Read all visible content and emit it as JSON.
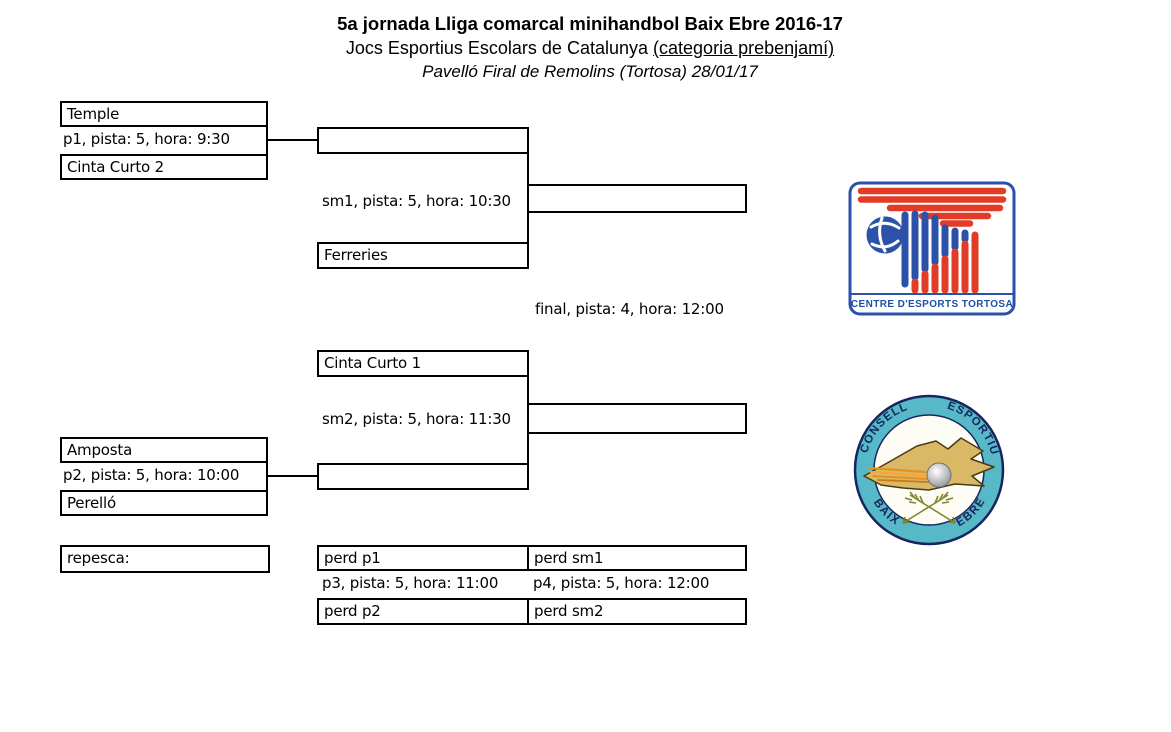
{
  "header": {
    "title": "5a jornada Lliga comarcal minihandbol Baix Ebre 2016-17",
    "subtitle": "Jocs Esportius Escolars de Catalunya",
    "subtitle_category": "(categoria prebenjamí)",
    "venue": "Pavelló Firal de Remolins (Tortosa) 28/01/17"
  },
  "bracket": {
    "p1": {
      "team1": "Temple",
      "label": "p1, pista: 5, hora: 9:30",
      "team2": "Cinta Curto 2",
      "winner": ""
    },
    "sm1": {
      "label": "sm1, pista: 5, hora: 10:30",
      "opponent": "Ferreries",
      "winner": ""
    },
    "final": {
      "label": "final, pista: 4, hora: 12:00",
      "winner": ""
    },
    "sm2": {
      "team1": "Cinta Curto 1",
      "label": "sm2, pista: 5, hora: 11:30",
      "winner": ""
    },
    "p2": {
      "team1": "Amposta",
      "label": "p2, pista: 5, hora: 10:00",
      "team2": "Perelló",
      "winner": ""
    },
    "repesca_label": "repesca:",
    "p3": {
      "team1": "perd p1",
      "label": "p3, pista: 5, hora: 11:00",
      "team2": "perd p2"
    },
    "p4": {
      "team1": "perd sm1",
      "label": "p4, pista: 5, hora: 12:00",
      "team2": "perd sm2"
    }
  },
  "logos": {
    "tortosa": {
      "caption": "CENTRE D'ESPORTS TORTOSA",
      "border_color": "#2b52a8",
      "red": "#e23c26",
      "blue": "#2b52a8",
      "text_color": "#1e50a5"
    },
    "consell": {
      "top_left": "CONSELL",
      "top_right": "ESPORTIU",
      "bottom_left": "BAIX",
      "bottom_right": "EBRE",
      "ring_color": "#57b8c8",
      "text_color": "#15265e",
      "gold": "#d9b866"
    }
  }
}
